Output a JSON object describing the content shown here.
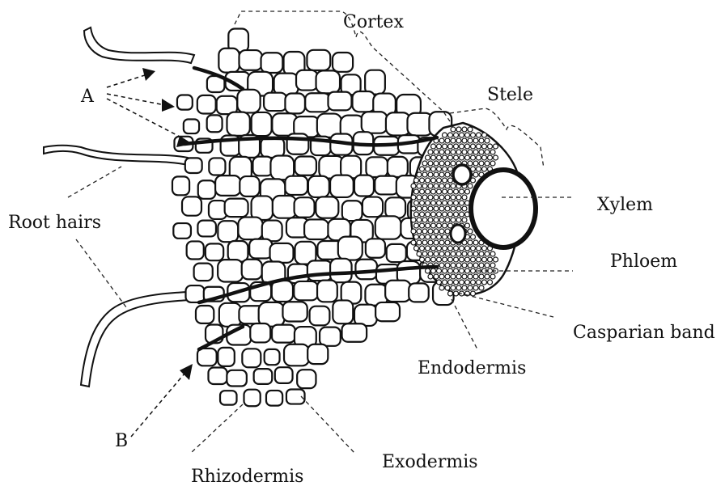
{
  "diagram": {
    "labels": {
      "cortex": "Cortex",
      "stele": "Stele",
      "a": "A",
      "root_hairs": "Root hairs",
      "xylem": "Xylem",
      "phloem": "Phloem",
      "casparian_band": "Casparian band",
      "endodermis": "Endodermis",
      "b": "B",
      "exodermis": "Exodermis",
      "rhizodermis": "Rhizodermis"
    }
  }
}
